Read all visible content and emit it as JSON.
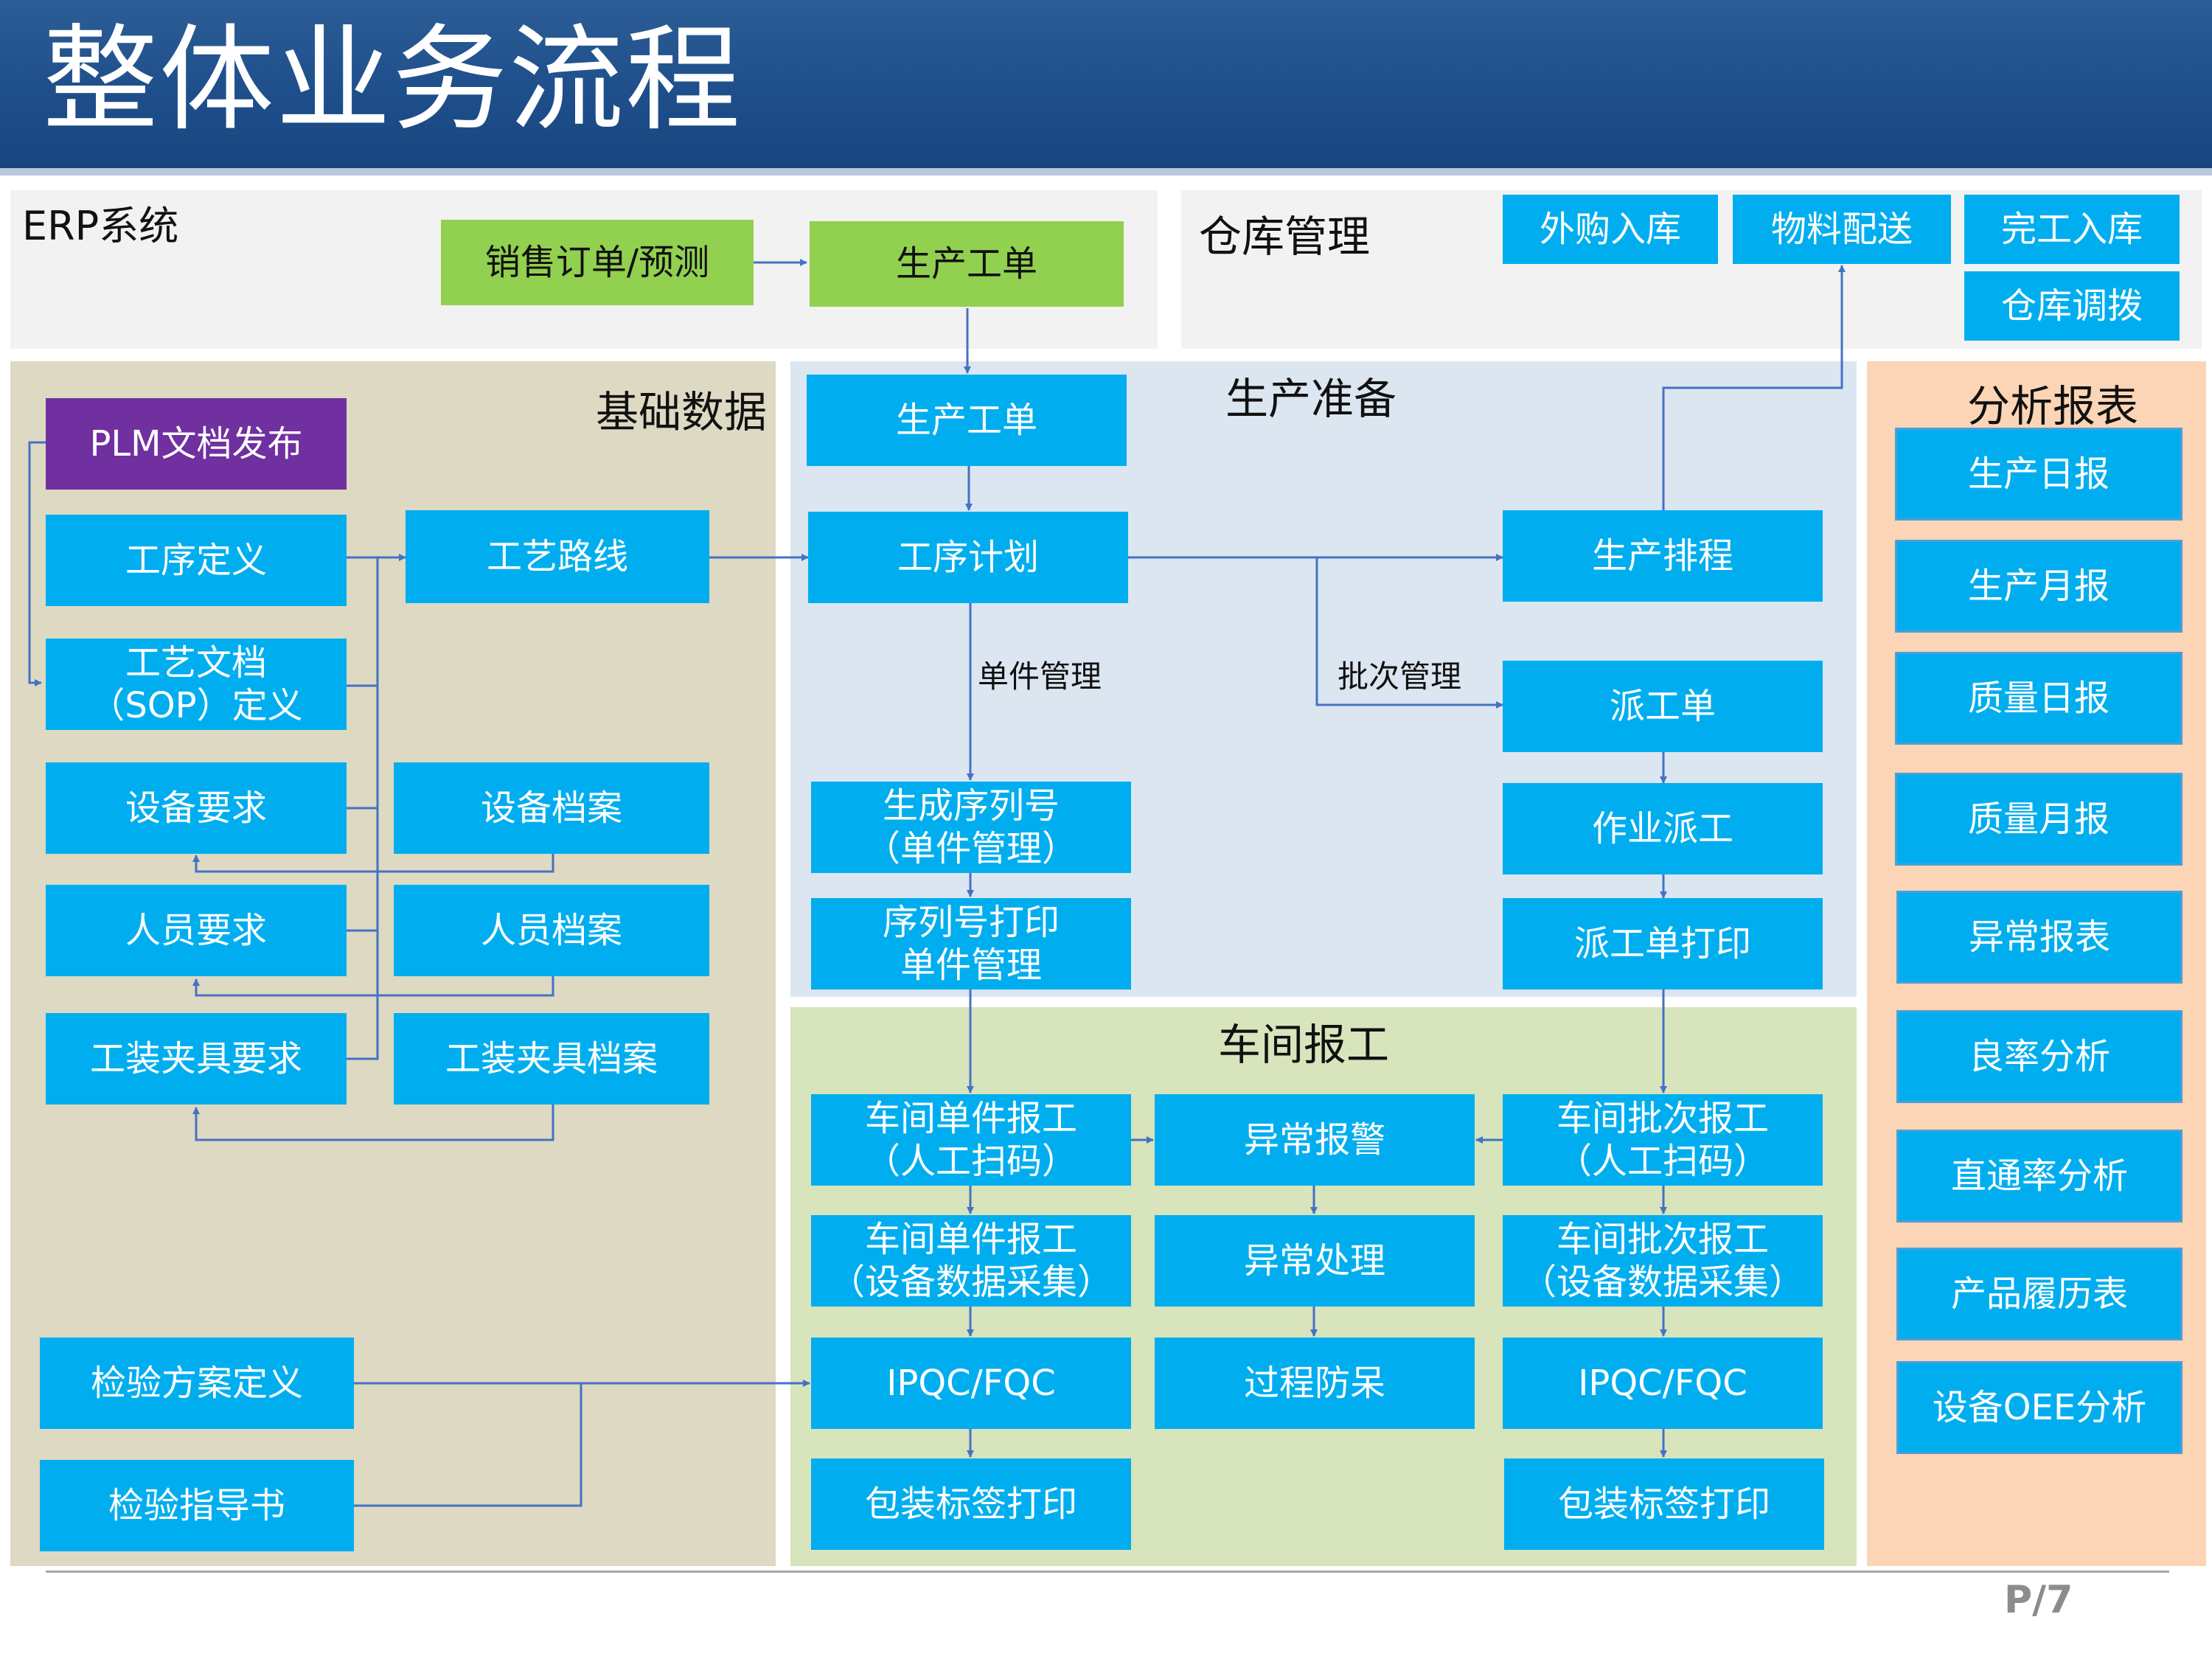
{
  "title": "整体业务流程",
  "colors": {
    "box": "#00aeef",
    "green": "#92d050",
    "purple": "#7030a0",
    "arrow": "#4472c4"
  },
  "regions": {
    "erp": "ERP系统",
    "warehouse": "仓库管理",
    "base_data": "基础数据",
    "prep": "生产准备",
    "shop": "车间报工",
    "report": "分析报表"
  },
  "erp": {
    "sales": "销售订单/预测",
    "work_order": "生产工单"
  },
  "warehouse": {
    "purchase_in": "外购入库",
    "material": "物料配送",
    "finish_in": "完工入库",
    "transfer": "仓库调拨"
  },
  "base": {
    "plm": "PLM文档发布",
    "process_def": "工序定义",
    "routing": "工艺路线",
    "sop": "工艺文档\n（SOP）定义",
    "equip_req": "设备要求",
    "equip_file": "设备档案",
    "staff_req": "人员要求",
    "staff_file": "人员档案",
    "fixture_req": "工装夹具要求",
    "fixture_file": "工装夹具档案",
    "inspect_plan": "检验方案定义",
    "inspect_guide": "检验指导书"
  },
  "prep": {
    "work_order": "生产工单",
    "process_plan": "工序计划",
    "single_label": "单件管理",
    "batch_label": "批次管理",
    "schedule": "生产排程",
    "dispatch": "派工单",
    "serial": "生成序列号\n（单件管理）",
    "serial_print": "序列号打印\n单件管理",
    "job_dispatch": "作业派工",
    "dispatch_print": "派工单打印"
  },
  "shop": {
    "single_manual": "车间单件报工\n（人工扫码）",
    "alarm": "异常报警",
    "batch_manual": "车间批次报工\n（人工扫码）",
    "single_auto": "车间单件报工\n（设备数据采集）",
    "handle": "异常处理",
    "batch_auto": "车间批次报工\n（设备数据采集）",
    "ipqc1": "IPQC/FQC",
    "poka": "过程防呆",
    "ipqc2": "IPQC/FQC",
    "pack1": "包装标签打印",
    "pack2": "包装标签打印"
  },
  "reports": [
    "生产日报",
    "生产月报",
    "质量日报",
    "质量月报",
    "异常报表",
    "良率分析",
    "直通率分析",
    "产品履历表",
    "设备OEE分析"
  ],
  "page_number": "P/7"
}
